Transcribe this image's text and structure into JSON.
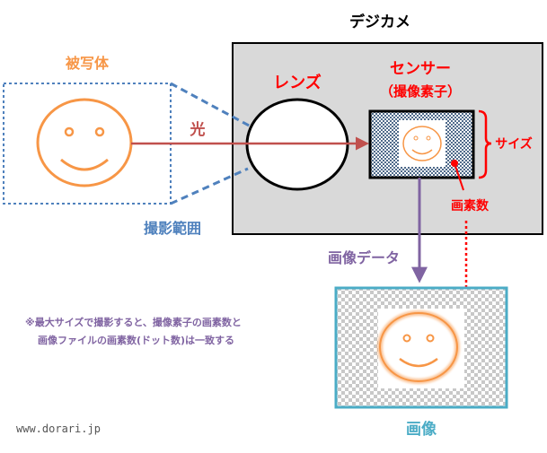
{
  "camera": {
    "title": "デジカメ"
  },
  "subject": {
    "label": "被写体",
    "area_label": "撮影範囲"
  },
  "light": {
    "label": "光"
  },
  "lens": {
    "label": "レンズ"
  },
  "sensor": {
    "label": "センサー",
    "sublabel": "（撮像素子）",
    "size_label": "サイズ",
    "pixel_label": "画素数"
  },
  "data_flow": {
    "label": "画像データ"
  },
  "output": {
    "label": "画像"
  },
  "note": {
    "line1": "※最大サイズで撮影すると、撮像素子の画素数と",
    "line2": "画像ファイルの画素数(ドット数)は一致する"
  },
  "footer": {
    "url": "www.dorari.jp"
  },
  "colors": {
    "orange": "#f79646",
    "blue": "#4f81bd",
    "red": "#ff0000",
    "arrow_red": "#c0504d",
    "purple": "#8064a2",
    "teal": "#4bacc6",
    "camera_fill": "#d9d9d9"
  }
}
